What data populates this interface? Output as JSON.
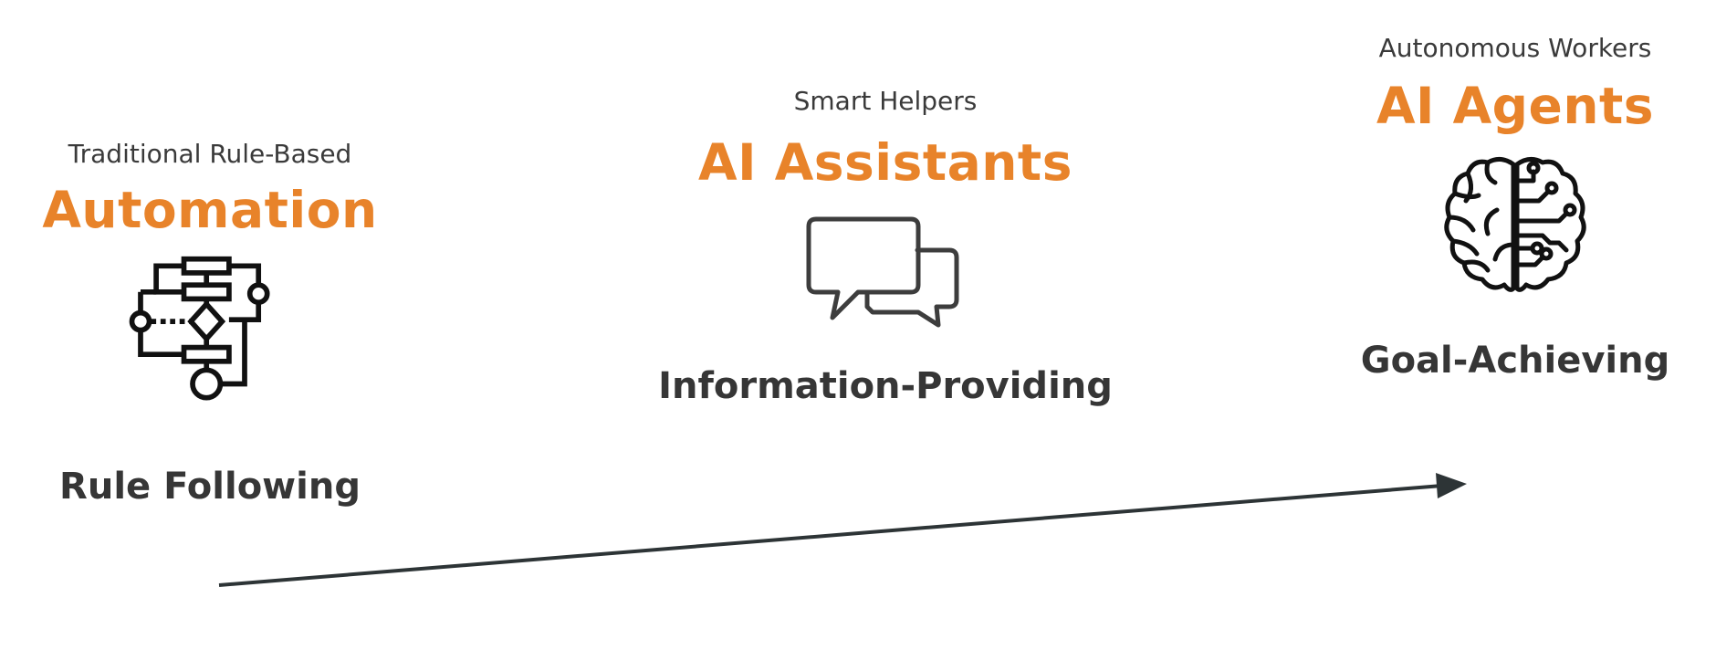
{
  "accent_color": "#e8832a",
  "text_color": "#363636",
  "arrow_color": "#2d3436",
  "stages": [
    {
      "subtitle": "Traditional Rule-Based",
      "title": "Automation",
      "capability": "Rule Following",
      "icon": "flowchart-icon"
    },
    {
      "subtitle": "Smart Helpers",
      "title": "AI Assistants",
      "capability": "Information-Providing",
      "icon": "chat-bubbles-icon"
    },
    {
      "subtitle": "Autonomous Workers",
      "title": "AI Agents",
      "capability": "Goal-Achieving",
      "icon": "ai-brain-icon"
    }
  ]
}
